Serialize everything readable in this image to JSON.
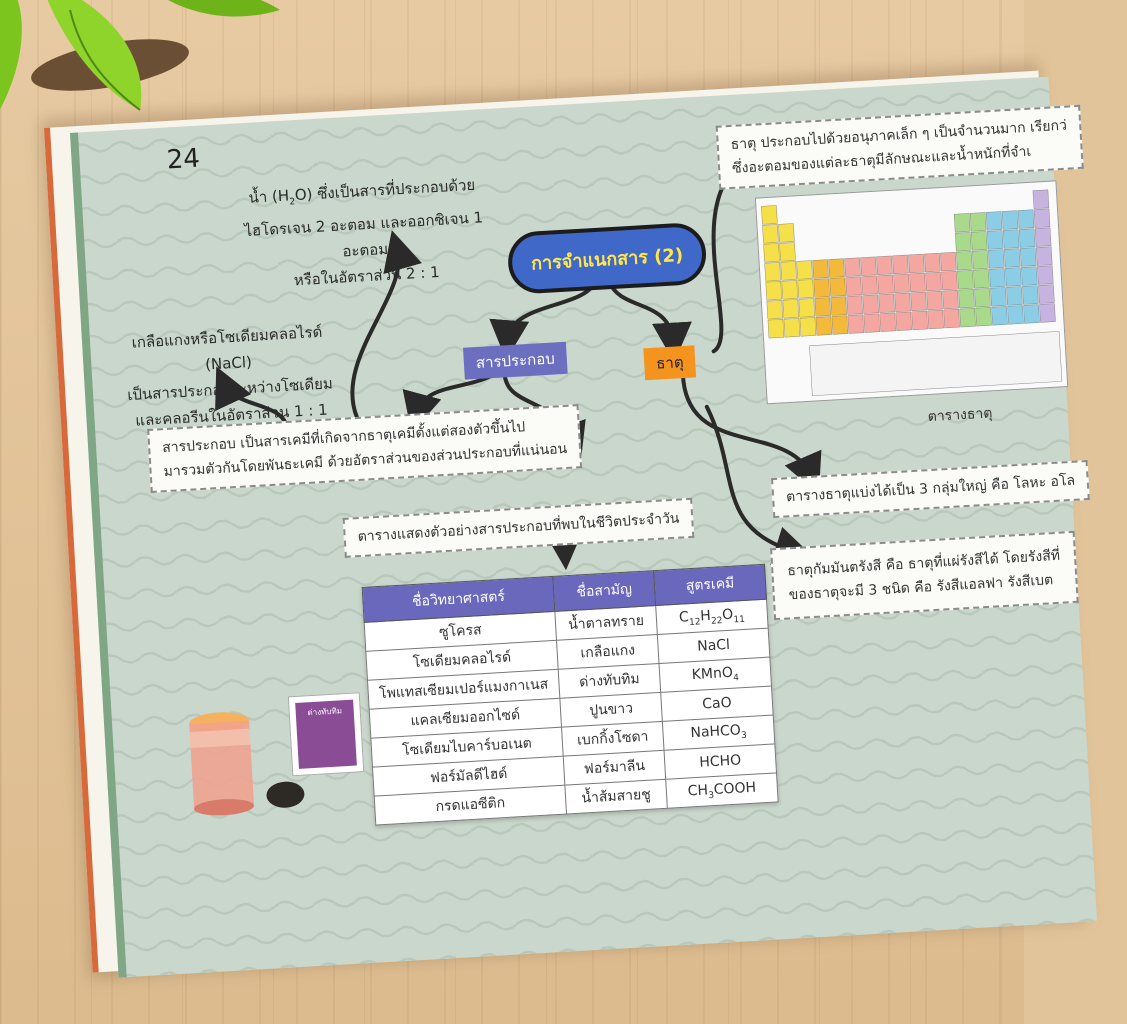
{
  "page_number": "24",
  "title": "การจำแนกสาร (2)",
  "tags": {
    "compound": "สารประกอบ",
    "element": "ธาตุ"
  },
  "water_note": {
    "line1_pre": "น้ำ (H",
    "line1_sub": "2",
    "line1_post": "O) ซึ่งเป็นสารที่ประกอบด้วย",
    "line2": "ไฮโดรเจน 2 อะตอม และออกซิเจน 1 อะตอม",
    "line3": "หรือในอัตราส่วน 2 : 1"
  },
  "salt_note": {
    "line1": "เกลือแกงหรือโซเดียมคลอไรด์ (NaCl)",
    "line2": "เป็นสารประกอบระหว่างโซเดียม",
    "line3": "และคลอรีนในอัตราส่วน 1 : 1"
  },
  "compound_def": {
    "line1": "สารประกอบ เป็นสารเคมีที่เกิดจากธาตุเคมีตั้งแต่สองตัวขึ้นไป",
    "line2": "มารวมตัวกันโดยพันธะเคมี ด้วยอัตราส่วนของส่วนประกอบที่แน่นอน"
  },
  "table_caption": "ตารางแสดงตัวอย่างสารประกอบที่พบในชีวิตประจำวัน",
  "table": {
    "headers": [
      "ชื่อวิทยาศาสตร์",
      "ชื่อสามัญ",
      "สูตรเคมี"
    ],
    "rows": [
      {
        "sci": "ซูโครส",
        "common": "น้ำตาลทราย",
        "formula": [
          [
            "C",
            ""
          ],
          [
            "12",
            "sub"
          ],
          [
            "H",
            ""
          ],
          [
            "22",
            "sub"
          ],
          [
            "O",
            ""
          ],
          [
            "11",
            "sub"
          ]
        ]
      },
      {
        "sci": "โซเดียมคลอไรด์",
        "common": "เกลือแกง",
        "formula": [
          [
            "NaCl",
            ""
          ]
        ]
      },
      {
        "sci": "โพแทสเซียมเปอร์แมงกาเนส",
        "common": "ด่างทับทิม",
        "formula": [
          [
            "KMnO",
            ""
          ],
          [
            "4",
            "sub"
          ]
        ]
      },
      {
        "sci": "แคลเซียมออกไซด์",
        "common": "ปูนขาว",
        "formula": [
          [
            "CaO",
            ""
          ]
        ]
      },
      {
        "sci": "โซเดียมไบคาร์บอเนต",
        "common": "เบกกิ้งโซดา",
        "formula": [
          [
            "NaHCO",
            ""
          ],
          [
            "3",
            "sub"
          ]
        ]
      },
      {
        "sci": "ฟอร์มัลดีไฮด์",
        "common": "ฟอร์มาลีน",
        "formula": [
          [
            "HCHO",
            ""
          ]
        ]
      },
      {
        "sci": "กรดแอซีติก",
        "common": "น้ำส้มสายชู",
        "formula": [
          [
            "CH",
            ""
          ],
          [
            "3",
            "sub"
          ],
          [
            "COOH",
            ""
          ]
        ]
      }
    ]
  },
  "element_box": {
    "line1": "ธาตุ ประกอบไปด้วยอนุภาคเล็ก ๆ เป็นจำนวนมาก เรียกว่",
    "line2": "ซึ่งอะตอมของแต่ละธาตุมีลักษณะและน้ำหนักที่จำเ"
  },
  "periodic_caption": "ตารางธาตุ",
  "groups_box": "ตารางธาตุแบ่งได้เป็น 3 กลุ่มใหญ่ คือ โลหะ อโล",
  "radio_box": {
    "line1": "ธาตุกัมมันตรังสี คือ ธาตุที่แผ่รังสีได้ โดยรังสีที่",
    "line2": "ของธาตุจะมี 3 ชนิด คือ รังสีแอลฟา รังสีเบต"
  },
  "packet_label": "ด่างทับทิม",
  "colors": {
    "page": "#cad7cc",
    "title_fill": "#3f68c8",
    "title_text": "#ffe64a",
    "compound_tag": "#6c6fc0",
    "element_tag": "#f4931e",
    "table_header": "#6a68bd"
  }
}
